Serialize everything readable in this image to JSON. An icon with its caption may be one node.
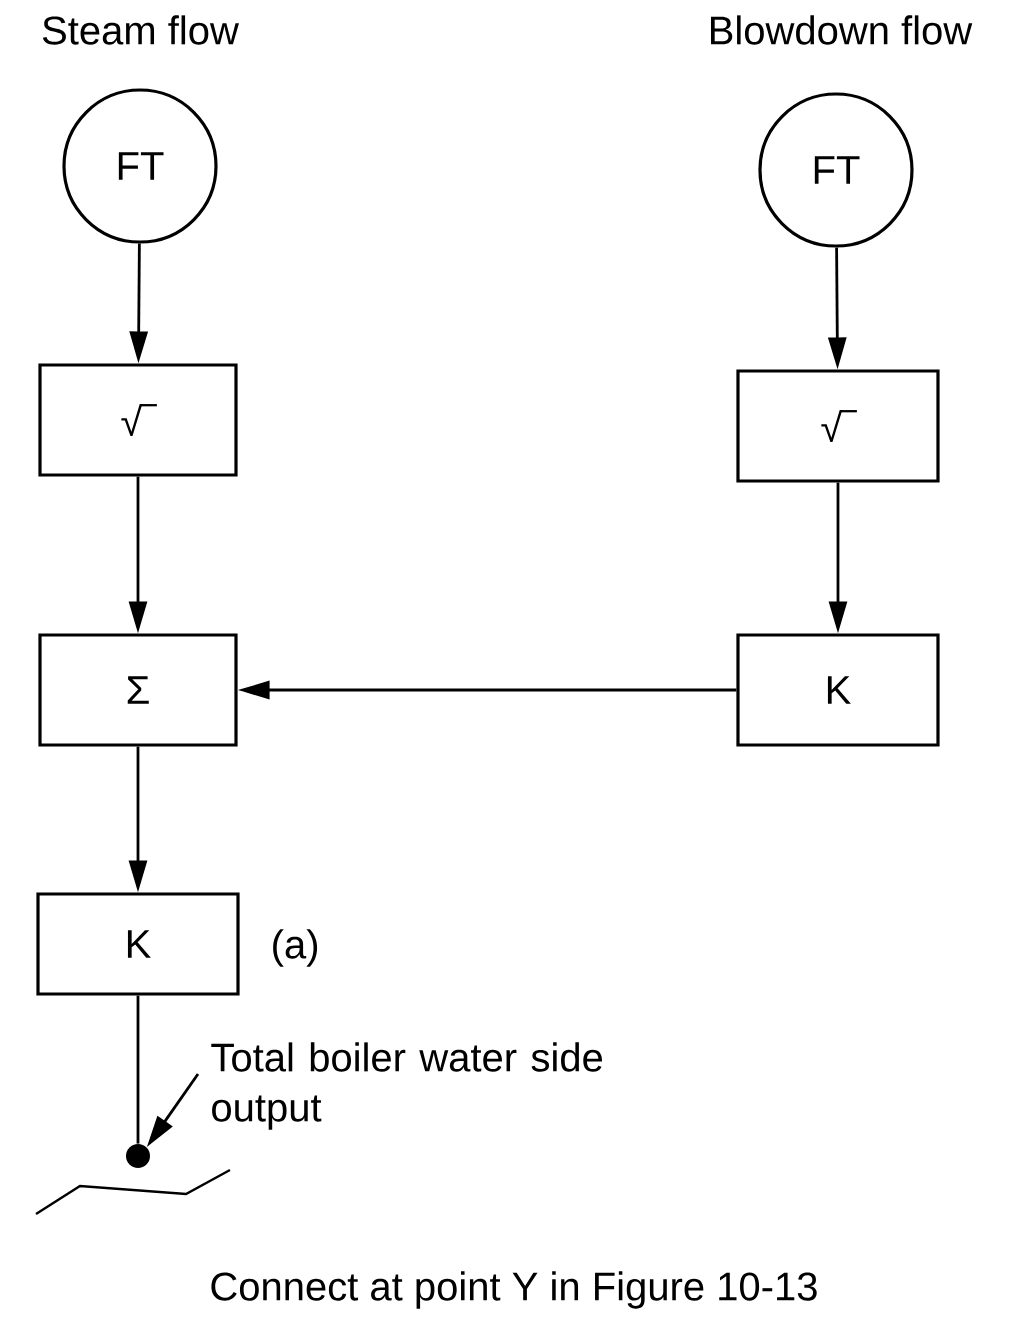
{
  "diagram": {
    "nodes": [
      {
        "text": [
          "FT"
        ]
      },
      {
        "text": [
          "√‾"
        ]
      },
      {
        "text": [
          "Σ"
        ]
      },
      {
        "text": [
          "K"
        ],
        "beside": [
          "(a)"
        ]
      },
      {
        "text": [],
        "shape": "circle"
      },
      {
        "text": [
          "FT"
        ]
      },
      {
        "text": [
          "√‾"
        ]
      },
      {
        "text": [
          "K"
        ]
      },
      {
        "text": [
          "Total boiler water side output"
        ]
      }
    ],
    "edges": [
      {
        "from": 0,
        "to": 1,
        "arrow": "to"
      },
      {
        "from": 1,
        "to": 2,
        "arrow": "to"
      },
      {
        "from": 2,
        "to": 3,
        "arrow": "to"
      },
      {
        "from": 3,
        "to": 4,
        "arrow": "none"
      },
      {
        "from": 5,
        "to": 6,
        "arrow": "to"
      },
      {
        "from": 6,
        "to": 7,
        "arrow": "to"
      },
      {
        "from": 7,
        "to": 2,
        "arrow": "to"
      },
      {
        "from": 8,
        "to": 4,
        "arrow": "to"
      }
    ],
    "labels": [
      "Steam flow",
      "Blowdown flow",
      "Connect at point Y in Figure 10-13"
    ]
  }
}
